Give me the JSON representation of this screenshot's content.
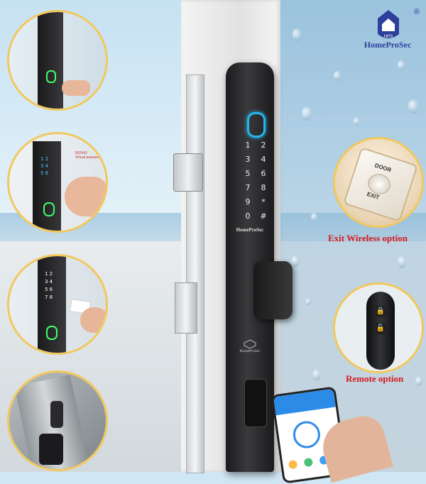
{
  "brand": {
    "name": "HomeProSec",
    "registered_mark": "®",
    "shield_letters": "HPS",
    "device_text": "HomeProSec",
    "device_text_small": "HomeProSec"
  },
  "keypad": {
    "keys": [
      "1",
      "2",
      "3",
      "4",
      "5",
      "6",
      "7",
      "8",
      "9",
      "*",
      "0",
      "#"
    ]
  },
  "side_panels": [
    {
      "id": "fingerprint",
      "label": ""
    },
    {
      "id": "password",
      "label": "832543 virtual password",
      "label_lines": [
        "832543",
        "Virtual password"
      ]
    },
    {
      "id": "card",
      "label": ""
    },
    {
      "id": "key-slot",
      "label": ""
    }
  ],
  "options": {
    "exit_button": {
      "label": "Exit Wireless option",
      "button_text_1": "DOOR",
      "button_text_2": "EXIT"
    },
    "remote": {
      "label": "Remote option"
    }
  },
  "colors": {
    "brand_blue": "#2b3f9b",
    "option_label_red": "#d8171c",
    "circle_border": "#f2c85b",
    "fingerprint_glow": "#25b6e8"
  }
}
